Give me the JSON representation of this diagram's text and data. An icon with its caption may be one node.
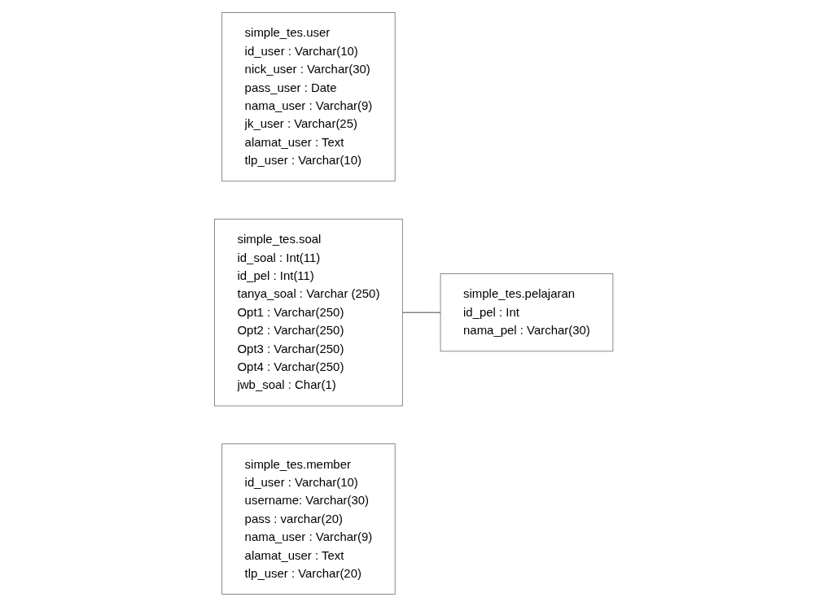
{
  "diagram": {
    "nodes": [
      {
        "text": [
          "simple_tes.user",
          "id_user : Varchar(10)",
          "nick_user : Varchar(30)",
          "pass_user : Date",
          "nama_user : Varchar(9)",
          "jk_user : Varchar(25)",
          "alamat_user : Text",
          "tlp_user : Varchar(10)"
        ]
      },
      {
        "text": [
          "simple_tes.soal",
          "id_soal : Int(11)",
          "id_pel : Int(11)",
          "tanya_soal : Varchar (250)",
          "Opt1 : Varchar(250)",
          "Opt2 : Varchar(250)",
          "Opt3 : Varchar(250)",
          "Opt4 : Varchar(250)",
          "jwb_soal : Char(1)"
        ]
      },
      {
        "text": [
          "simple_tes.member",
          "id_user : Varchar(10)",
          "username: Varchar(30)",
          "pass : varchar(20)",
          "nama_user : Varchar(9)",
          "alamat_user : Text",
          "tlp_user : Varchar(20)"
        ]
      },
      {
        "text": [
          "simple_tes.pelajaran",
          "id_pel : Int",
          "nama_pel : Varchar(30)"
        ]
      }
    ],
    "edges": [
      {
        "from": 1,
        "to": 3,
        "arrow": "none"
      }
    ]
  }
}
